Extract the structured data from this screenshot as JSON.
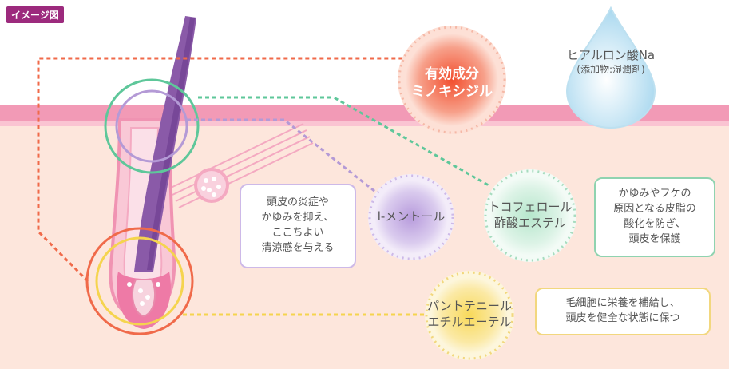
{
  "badge": "イメージ図",
  "minoxidil": {
    "line1": "有効成分",
    "line2": "ミノキシジル"
  },
  "hyaluronic": {
    "name": "ヒアルロン酸Na",
    "note": "(添加物:湿潤剤)"
  },
  "menthol": {
    "name": "l-メントール"
  },
  "tocopherol": {
    "line1": "トコフェロール",
    "line2": "酢酸エステル"
  },
  "panthenyl": {
    "line1": "パントテニール",
    "line2": "エチルエーテル"
  },
  "box_menthol": {
    "line1": "頭皮の炎症や",
    "line2": "かゆみを抑え、",
    "line3": "ここちよい",
    "line4": "清涼感を与える"
  },
  "box_tocopherol": {
    "line1": "かゆみやフケの",
    "line2": "原因となる皮脂の",
    "line3": "酸化を防ぎ、",
    "line4": "頭皮を保護"
  },
  "box_panthenyl": {
    "line1": "毛細胞に栄養を補給し、",
    "line2": "頭皮を健全な状態に保つ"
  },
  "colors": {
    "skin": "#fde6dc",
    "skin_band": "#f29ab6",
    "hair": "#8a5aa8",
    "minoxidil": "#f06a4a",
    "menthol": "#b49ad6",
    "tocopherol": "#5ec79a",
    "panthenyl": "#f5d44e"
  }
}
